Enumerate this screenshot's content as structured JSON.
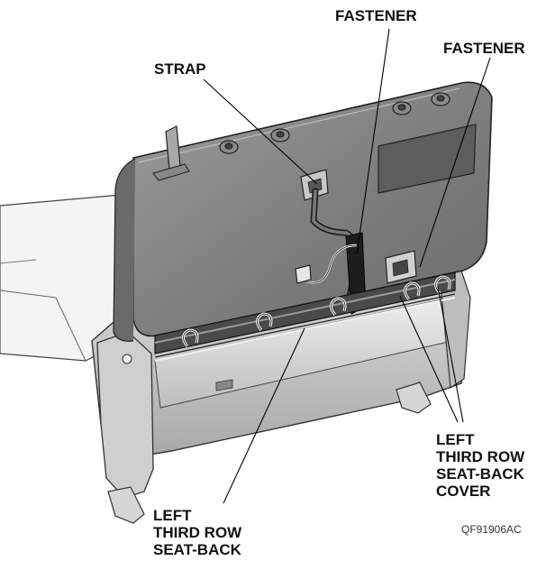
{
  "labels": {
    "fastener_top": "FASTENER",
    "fastener_right": "FASTENER",
    "strap": "STRAP",
    "seat_back_cover": "LEFT\nTHIRD ROW\nSEAT-BACK\nCOVER",
    "seat_back": "LEFT\nTHIRD ROW\nSEAT-BACK"
  },
  "figure_code": "QF91906AC"
}
